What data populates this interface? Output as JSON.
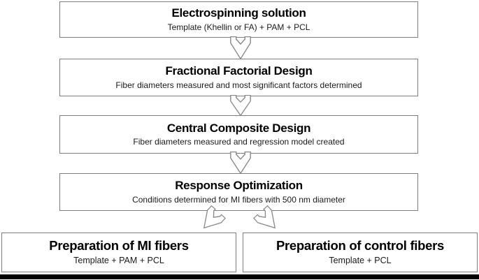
{
  "figure": {
    "steps": [
      {
        "title": "Electrospinning solution",
        "subtitle": "Template (Khellin or FA) + PAM + PCL"
      },
      {
        "title": "Fractional Factorial Design",
        "subtitle": "Fiber diameters measured and most significant factors determined"
      },
      {
        "title": "Central Composite Design",
        "subtitle": "Fiber diameters measured and regression model created"
      },
      {
        "title": "Response Optimization",
        "subtitle": "Conditions determined for MI fibers with 500 nm diameter"
      }
    ],
    "branches": [
      {
        "title": "Preparation of MI fibers",
        "subtitle": "Template + PAM + PCL"
      },
      {
        "title": "Preparation of control fibers",
        "subtitle": "Template + PCL"
      }
    ],
    "icons": {
      "flow_arrow": "hollow-notched-down-arrow",
      "branch_left": "hollow-notched-arrow-down-left",
      "branch_right": "hollow-notched-arrow-down-right"
    },
    "colors": {
      "background": "#ffffff",
      "box_border": "#7d7d7d",
      "box_fill": "#ffffff",
      "title_text": "#000000",
      "subtitle_text": "#1a1a1a",
      "arrow_outline": "#8a8a8a",
      "arrow_fill": "#ffffff",
      "footer_bar": "#000000"
    }
  }
}
